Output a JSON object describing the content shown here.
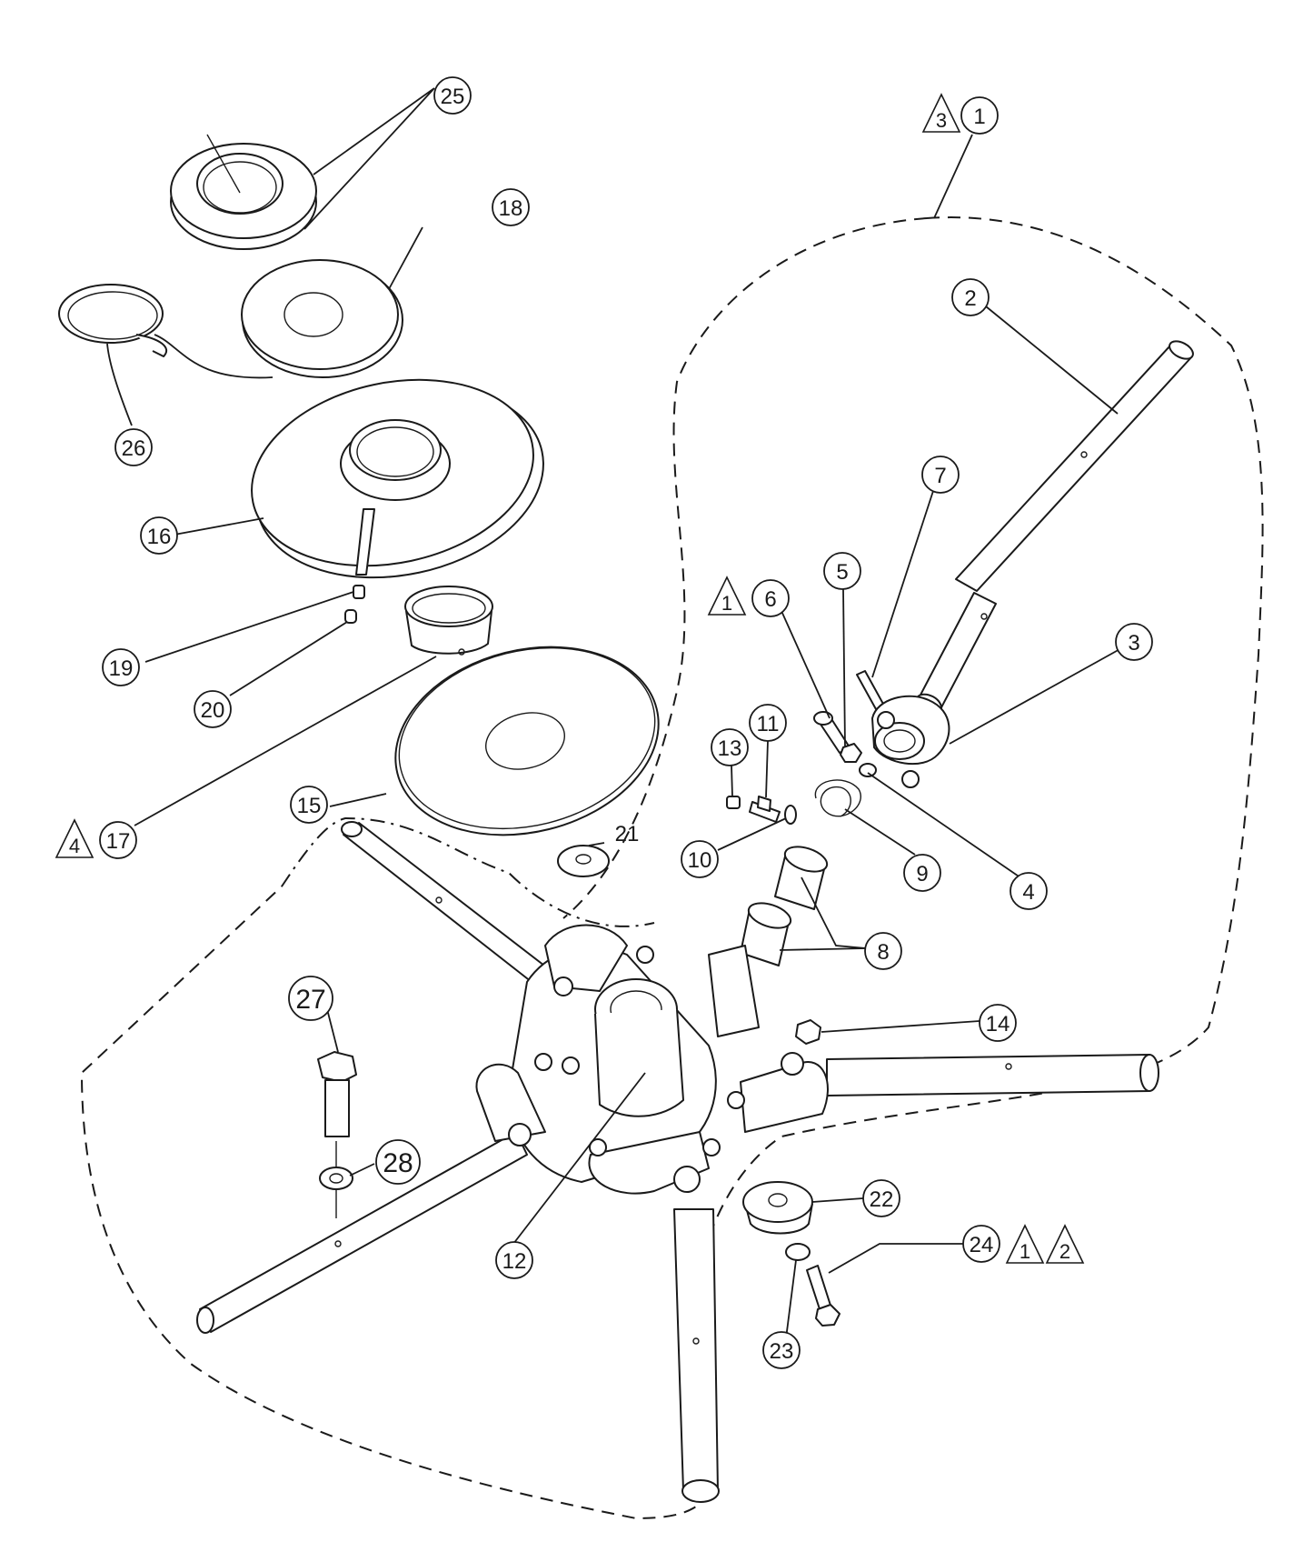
{
  "callouts": {
    "c1": "1",
    "c2": "2",
    "c3": "3",
    "c4": "4",
    "c5": "5",
    "c6": "6",
    "c7": "7",
    "c8": "8",
    "c9": "9",
    "c10": "10",
    "c11": "11",
    "c12": "12",
    "c13": "13",
    "c14": "14",
    "c15": "15",
    "c16": "16",
    "c17": "17",
    "c18": "18",
    "c19": "19",
    "c20": "20",
    "c21": "21",
    "c22": "22",
    "c23": "23",
    "c24": "24",
    "c25": "25",
    "c26": "26",
    "c27": "27",
    "c28": "28"
  },
  "notes": {
    "n_on_1": "3",
    "n_on_6": "1",
    "n_on_17": "4",
    "n_on_24_a": "1",
    "n_on_24_b": "2"
  }
}
